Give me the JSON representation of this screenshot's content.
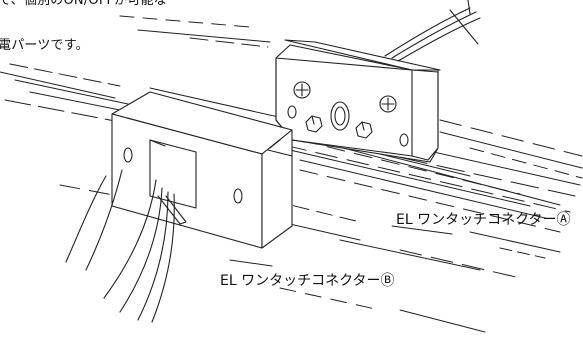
{
  "intro": {
    "line1": "で、個別のON/OFFが可能な",
    "line2": "電パーツです。"
  },
  "labels": {
    "connector_a": "EL ワンタッチコネクターⒶ",
    "connector_b": "EL ワンタッチコネクターⒷ"
  },
  "colors": {
    "ink": "#222222",
    "background": "#ffffff"
  }
}
